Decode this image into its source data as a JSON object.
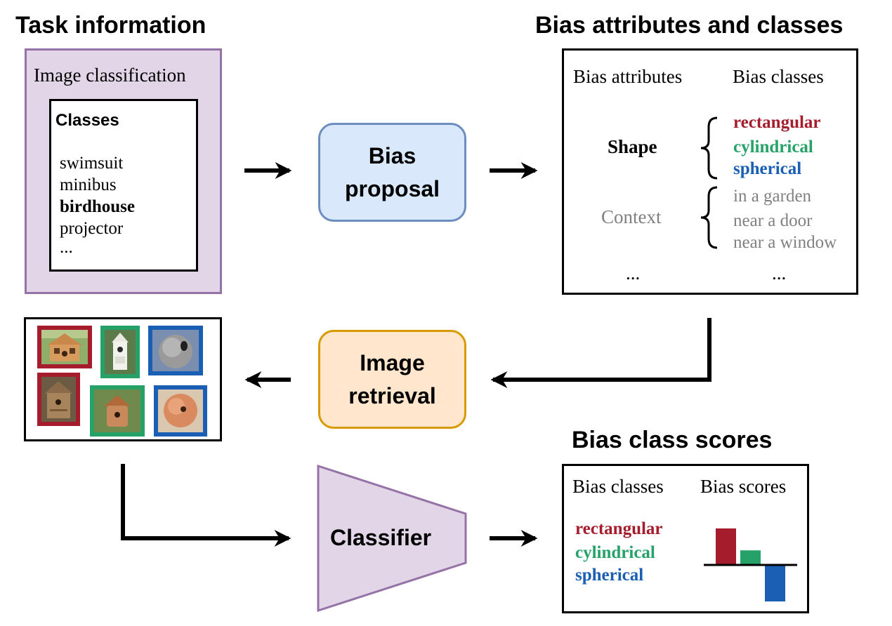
{
  "task": {
    "heading": "Task information",
    "outer_label": "Image classification",
    "classes_title": "Classes",
    "classes": [
      "swimsuit",
      "minibus",
      "birdhouse",
      "projector",
      "..."
    ],
    "highlighted_class": "birdhouse"
  },
  "bias_proposal": {
    "line1": "Bias",
    "line2": "proposal"
  },
  "attributes": {
    "heading": "Bias attributes and classes",
    "col_attributes": "Bias attributes",
    "col_classes": "Bias classes",
    "shape": {
      "name": "Shape",
      "classes": [
        "rectangular",
        "cylindrical",
        "spherical"
      ]
    },
    "context": {
      "name": "Context",
      "classes": [
        "in a garden",
        "near a door",
        "near a window"
      ]
    },
    "ellipsis_left": "...",
    "ellipsis_right": "..."
  },
  "retrieval": {
    "line1": "Image",
    "line2": "retrieval"
  },
  "classifier": {
    "label": "Classifier"
  },
  "scores": {
    "heading": "Bias class scores",
    "col_classes": "Bias classes",
    "col_scores": "Bias scores",
    "classes": [
      "rectangular",
      "cylindrical",
      "spherical"
    ],
    "values": [
      1.0,
      0.4,
      -1.0
    ]
  },
  "colors": {
    "rectangular": "#a51d2d",
    "cylindrical": "#26a269",
    "spherical": "#1a5fb4",
    "task_fill": "#e1d5e7",
    "task_border": "#9673a6",
    "proposal_fill": "#dae8fc",
    "proposal_border": "#6c8ebf",
    "retrieval_fill": "#ffe6cc",
    "retrieval_border": "#d79b00",
    "muted_text": "#808080"
  },
  "images": [
    {
      "name": "birdhouse-rectangular-1",
      "bias_class": "rectangular"
    },
    {
      "name": "birdhouse-cylindrical-1",
      "bias_class": "cylindrical"
    },
    {
      "name": "birdhouse-spherical-1",
      "bias_class": "spherical"
    },
    {
      "name": "birdhouse-rectangular-2",
      "bias_class": "rectangular"
    },
    {
      "name": "birdhouse-cylindrical-2",
      "bias_class": "cylindrical"
    },
    {
      "name": "birdhouse-spherical-2",
      "bias_class": "spherical"
    }
  ]
}
